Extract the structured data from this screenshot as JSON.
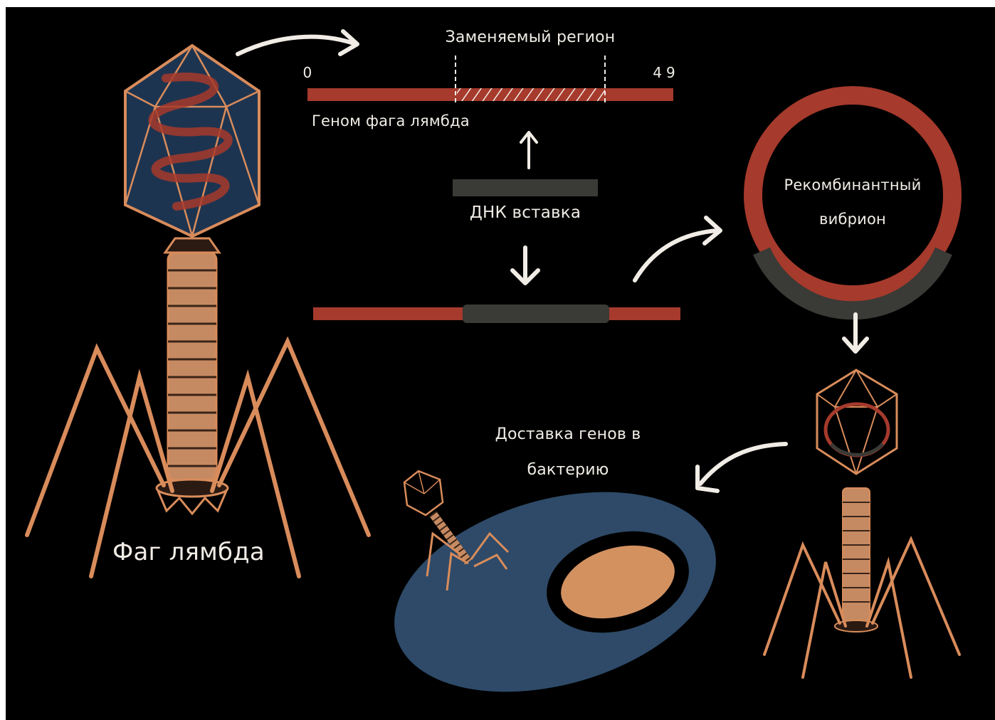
{
  "labels": {
    "phage_name": "Фаг лямбда",
    "replaceable_region": "Заменяемый регион",
    "genome_start": "0",
    "genome_end": "49",
    "genome_caption": "Геном фага лямбда",
    "dna_insert": "ДНК вставка",
    "recombinant_line1": "Рекомбинантный",
    "recombinant_line2": "вибрион",
    "delivery_line1": "Доставка генов в",
    "delivery_line2": "бактерию"
  },
  "colors": {
    "background": "#000000",
    "phage_genome_red": "#a63a2c",
    "insert_dark_grey": "#3a3a36",
    "phage_outline_orange": "#d98c5b",
    "capsid_blue": "#1d3450",
    "bacterium_blue": "#2e4a68",
    "nucleoid_orange": "#d39160",
    "text_white": "#f1ede6"
  }
}
